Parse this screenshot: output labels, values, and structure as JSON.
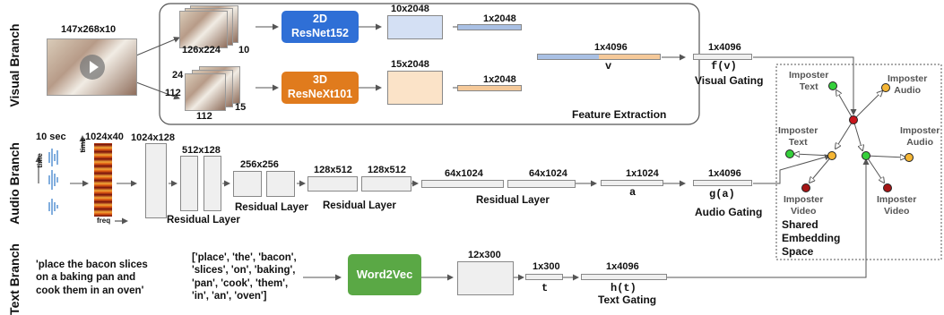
{
  "branches": {
    "visual": "Visual Branch",
    "audio": "Audio Branch",
    "text": "Text Branch"
  },
  "visual": {
    "input_dims": "147x268x10",
    "frames_dims": "126x224",
    "frames_count": "10",
    "clip_dims_a": "24",
    "clip_dims_b": "112",
    "clip_dims_c": "112",
    "clip_dims_d": "15",
    "model_2d_line1": "2D",
    "model_2d_line2": "ResNet152",
    "model_3d_line1": "3D",
    "model_3d_line2": "ResNeXt101",
    "feat_2d_dims": "10x2048",
    "pool_2d_dims": "1x2048",
    "feat_3d_dims": "15x2048",
    "pool_3d_dims": "1x2048",
    "concat_dims": "1x4096",
    "concat_var": "v",
    "gated_dims": "1x4096",
    "gated_var": "f(v)",
    "gating_label": "Visual Gating",
    "extraction_label": "Feature Extraction"
  },
  "audio": {
    "duration": "10 sec",
    "spec_dims": "1024x40",
    "axis_time": "time",
    "axis_time2": "time",
    "axis_freq": "freq",
    "conv_dims": "1024x128",
    "res1_dims": "512x128",
    "res1_label": "Residual Layer",
    "res2_dims": "256x256",
    "res2_label": "Residual Layer",
    "res3_dims_a": "128x512",
    "res3_dims_b": "128x512",
    "res3_label": "Residual Layer",
    "res4_dims_a": "64x1024",
    "res4_dims_b": "64x1024",
    "res4_label": "Residual Layer",
    "pool_dims": "1x1024",
    "pool_var": "a",
    "gated_dims": "1x4096",
    "gated_var": "g(a)",
    "gating_label": "Audio Gating"
  },
  "text": {
    "sentence": "'place the bacon slices\non a baking pan and\ncook them in an oven'",
    "tokens": "['place', 'the', 'bacon',\n'slices', 'on', 'baking',\n'pan', 'cook', 'them',\n'in', 'an', 'oven']",
    "model": "Word2Vec",
    "emb_dims": "12x300",
    "pool_dims": "1x300",
    "pool_var": "t",
    "gated_dims": "1x4096",
    "gated_var": "h(t)",
    "gating_label": "Text Gating"
  },
  "embedding": {
    "label": "Shared\nEmbedding\nSpace",
    "imposter_text_1": "Imposter\nText",
    "imposter_audio_1": "Imposter\nAudio",
    "imposter_text_2": "Imposter\nText",
    "imposter_audio_2": "Imposter\nAudio",
    "imposter_video_1": "Imposter\nVideo",
    "imposter_video_2": "Imposter\nVideo"
  },
  "colors": {
    "model_2d": "#2f6fd6",
    "model_3d": "#e07b1d",
    "word2vec": "#5aa845",
    "vector_blue": "#a9c0e4",
    "vector_peach": "#f5c999",
    "dot_red": "#c8161d",
    "dot_green": "#35d03b",
    "dot_yellow": "#f5b635",
    "dot_darkred": "#a51515"
  }
}
